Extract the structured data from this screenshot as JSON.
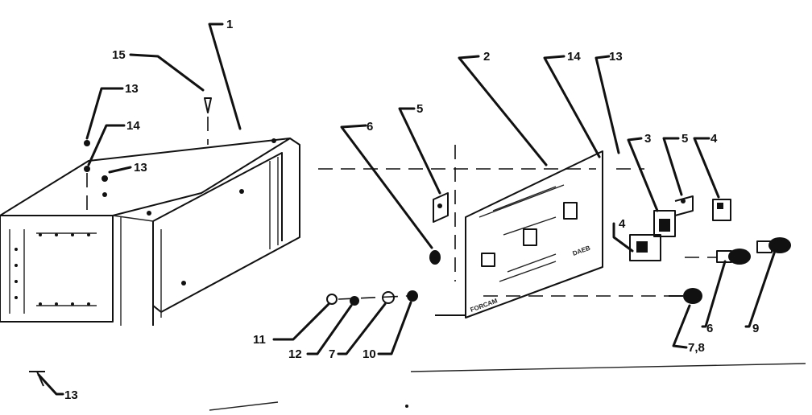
{
  "callouts": {
    "c1": "1",
    "c2": "2",
    "c3": "3",
    "c4a": "4",
    "c4b": "4",
    "c5a": "5",
    "c5b": "5",
    "c6a": "6",
    "c6b": "6",
    "c7": "7",
    "c78": "7,8",
    "c9": "9",
    "c10": "10",
    "c11": "11",
    "c12": "12",
    "c13a": "13",
    "c13b": "13",
    "c13c": "13",
    "c13d": "13",
    "c14a": "14",
    "c14b": "14",
    "c15": "15"
  },
  "panel_text": {
    "brand": "FORCAM",
    "logo": "DAEB"
  }
}
